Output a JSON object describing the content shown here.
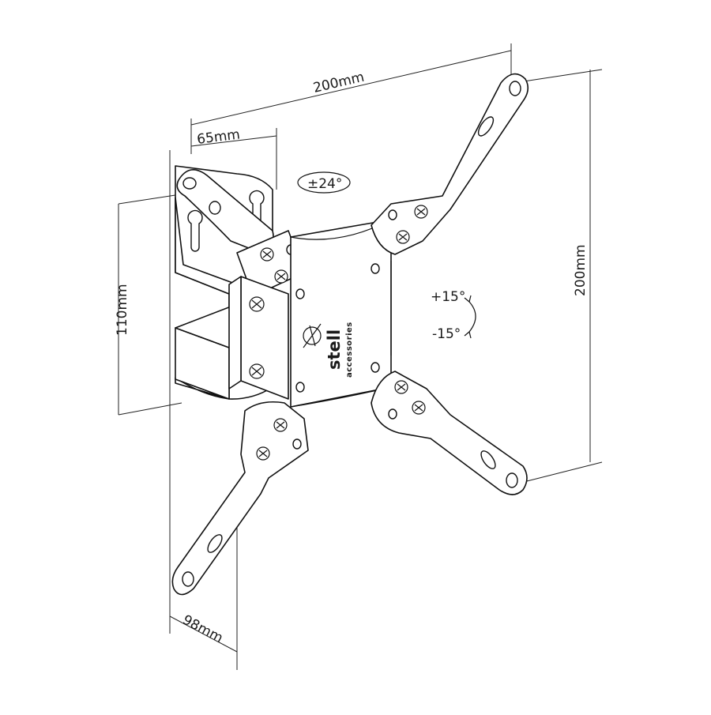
{
  "diagram": {
    "dimensions": {
      "top_width": "200mm",
      "top_offset": "65mm",
      "left_height": "110mm",
      "right_height": "200mm",
      "bottom_depth": "98mm"
    },
    "adjustments": {
      "swivel": "±24°",
      "tilt_up": "+15°",
      "tilt_down": "-15°"
    },
    "brand": {
      "name": "stell",
      "tagline": "accessories"
    }
  }
}
